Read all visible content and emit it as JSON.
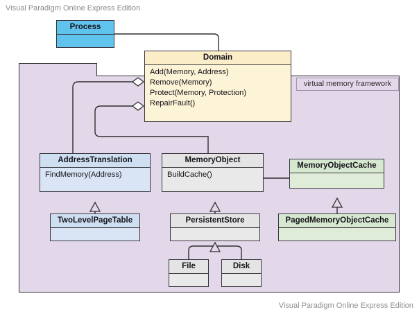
{
  "watermark": {
    "top": "Visual Paradigm Online Express Edition",
    "bottom": "Visual Paradigm Online Express Edition"
  },
  "package": {
    "tab_label": "",
    "frame_label": "virtual memory framework"
  },
  "classes": [
    {
      "id": "process",
      "name": "Process",
      "operations": [],
      "color": "#5fc3ee",
      "theme": "c-blue"
    },
    {
      "id": "domain",
      "name": "Domain",
      "operations": [
        "Add(Memory, Address)",
        "Remove(Memory)",
        "Protect(Memory, Protection)",
        "RepairFault()"
      ],
      "color": "#fdf3d7",
      "theme": "c-yellow"
    },
    {
      "id": "address-translation",
      "name": "AddressTranslation",
      "operations": [
        "FindMemory(Address)"
      ],
      "color": "#d9e5f5",
      "theme": "c-lblue"
    },
    {
      "id": "memory-object",
      "name": "MemoryObject",
      "operations": [
        "BuildCache()"
      ],
      "color": "#e9e9e9",
      "theme": "c-gray"
    },
    {
      "id": "memory-object-cache",
      "name": "MemoryObjectCache",
      "operations": [],
      "color": "#dfecd8",
      "theme": "c-green"
    },
    {
      "id": "two-level-page-table",
      "name": "TwoLevelPageTable",
      "operations": [],
      "color": "#d9e5f5",
      "theme": "c-lblue"
    },
    {
      "id": "persistent-store",
      "name": "PersistentStore",
      "operations": [],
      "color": "#e9e9e9",
      "theme": "c-gray"
    },
    {
      "id": "paged-memory-object-cache",
      "name": "PagedMemoryObjectCache",
      "operations": [],
      "color": "#dfecd8",
      "theme": "c-green"
    },
    {
      "id": "file",
      "name": "File",
      "operations": [],
      "color": "#e9e9e9",
      "theme": "c-gray"
    },
    {
      "id": "disk",
      "name": "Disk",
      "operations": [],
      "color": "#e9e9e9",
      "theme": "c-gray"
    }
  ],
  "relationships": [
    {
      "from": "process",
      "to": "domain",
      "type": "association"
    },
    {
      "from": "domain",
      "to": "address-translation",
      "type": "aggregation"
    },
    {
      "from": "domain",
      "to": "memory-object",
      "type": "aggregation"
    },
    {
      "from": "memory-object",
      "to": "memory-object-cache",
      "type": "association"
    },
    {
      "from": "two-level-page-table",
      "to": "address-translation",
      "type": "generalization"
    },
    {
      "from": "persistent-store",
      "to": "memory-object",
      "type": "generalization"
    },
    {
      "from": "paged-memory-object-cache",
      "to": "memory-object-cache",
      "type": "generalization"
    },
    {
      "from": "file",
      "to": "persistent-store",
      "type": "generalization"
    },
    {
      "from": "disk",
      "to": "persistent-store",
      "type": "generalization"
    }
  ],
  "style": {
    "package_fill": "#e3d7ea",
    "line_color": "#2f2f2f",
    "watermark_color": "#8c8c8c"
  }
}
